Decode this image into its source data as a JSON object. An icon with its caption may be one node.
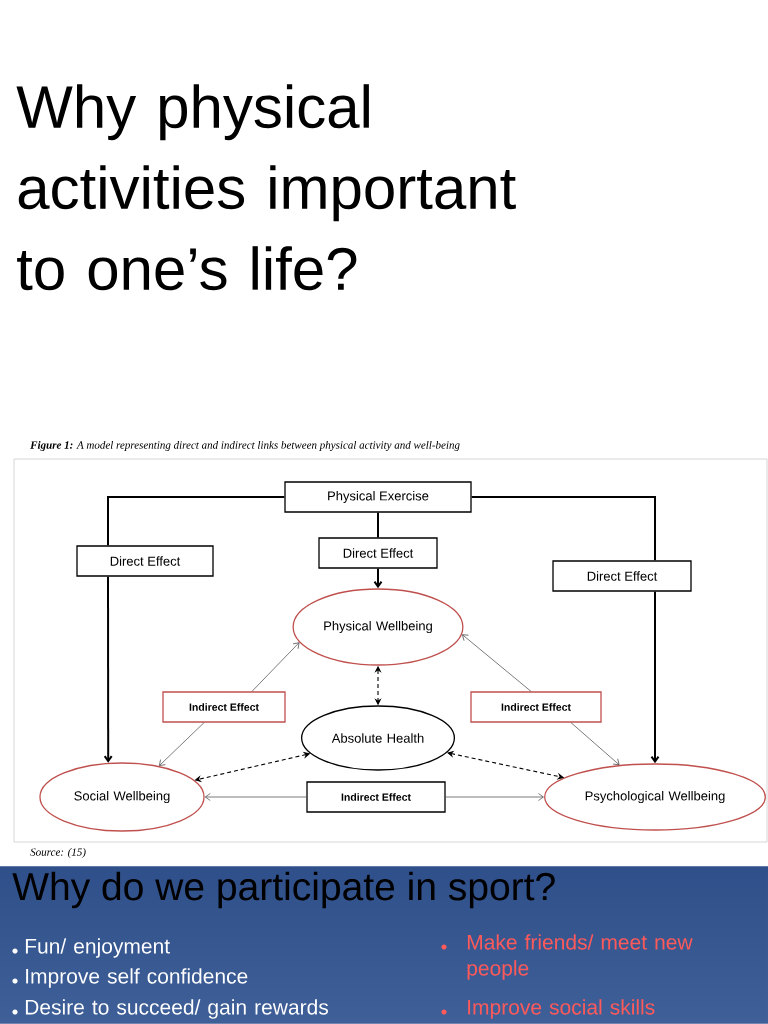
{
  "diagram": {
    "title": "Why physical activities important to one’s life?",
    "caption": "**Figure 1:** A model representing direct and indirect links between physical activity and well-being",
    "nodes": [
      {
        "text": [
          "Physical Exercise"
        ]
      },
      {
        "text": [
          "Direct Effect"
        ]
      },
      {
        "text": [
          "Direct Effect"
        ]
      },
      {
        "text": [
          "Direct Effect"
        ]
      },
      {
        "text": [
          "Physical Wellbeing"
        ]
      },
      {
        "text": [
          "Indirect Effect"
        ]
      },
      {
        "text": [
          "Absolute Health"
        ]
      },
      {
        "text": [
          "Indirect Effect"
        ]
      },
      {
        "text": [
          "Social Wellbeing"
        ]
      },
      {
        "text": [
          "Indirect Effect"
        ]
      },
      {
        "text": [
          "Psychological Wellbeing"
        ]
      }
    ],
    "edges": [
      {
        "from": 0,
        "to": 1,
        "arrow": "none"
      },
      {
        "from": 1,
        "to": 8,
        "arrow": "to"
      },
      {
        "from": 0,
        "to": 2,
        "arrow": "none"
      },
      {
        "from": 2,
        "to": 4,
        "arrow": "to"
      },
      {
        "from": 0,
        "to": 3,
        "arrow": "none"
      },
      {
        "from": 3,
        "to": 10,
        "arrow": "to"
      },
      {
        "from": 5,
        "to": 4,
        "arrow": "to",
        "color": "#444444"
      },
      {
        "from": 5,
        "to": 8,
        "arrow": "to",
        "color": "#444444"
      },
      {
        "from": 7,
        "to": 4,
        "arrow": "to",
        "color": "#444444"
      },
      {
        "from": 7,
        "to": 10,
        "arrow": "to",
        "color": "#444444"
      },
      {
        "from": 9,
        "to": 8,
        "arrow": "to",
        "color": "#444444"
      },
      {
        "from": 9,
        "to": 10,
        "arrow": "to",
        "color": "#444444"
      },
      {
        "from": 4,
        "to": 6,
        "arrow": "both",
        "style": "dashed"
      },
      {
        "from": 6,
        "to": 8,
        "arrow": "both",
        "style": "dashed"
      },
      {
        "from": 6,
        "to": 10,
        "arrow": "both",
        "style": "dashed"
      }
    ],
    "labels": [
      "Source: (15)",
      "Why do we participate in sport?",
      "Fun/ enjoyment",
      "Make friends/ meet new people",
      "Improve self confidence",
      "Desire to succeed/ gain rewards",
      "Improve social skills"
    ]
  }
}
